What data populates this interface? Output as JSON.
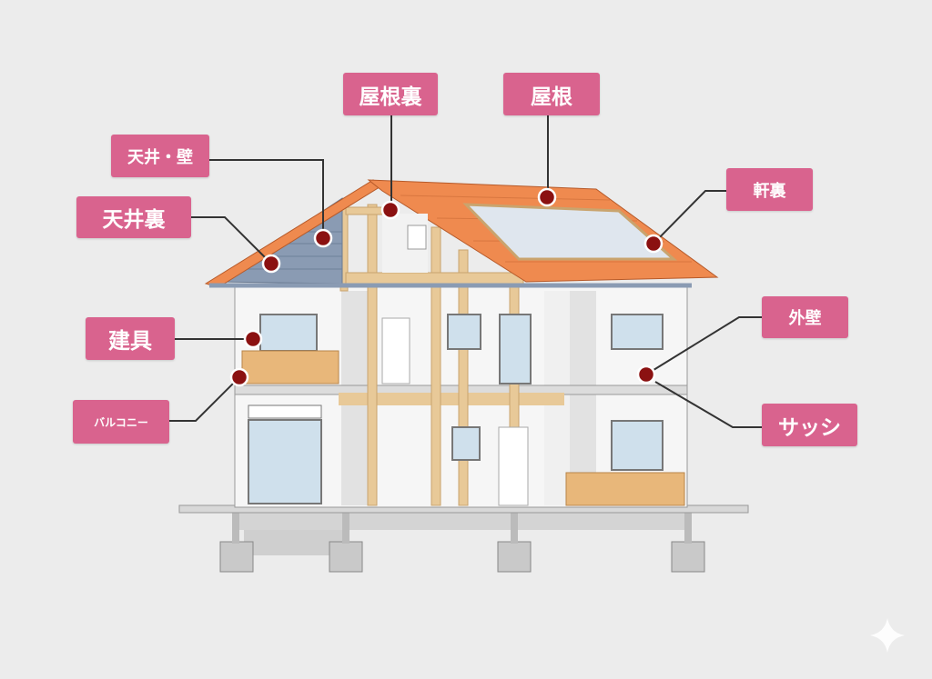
{
  "colors": {
    "label_bg": "#d9638e",
    "marker": "#8b1111",
    "roof": "#ef8a4f",
    "gable": "#8a9bb3",
    "timber": "#e8c998",
    "wall": "#f6f6f6"
  },
  "labels": {
    "attic": "屋根裏",
    "roof": "屋根",
    "ceiling_wall": "天井・壁",
    "ceiling_space": "天井裏",
    "eaves_soffit": "軒裏",
    "fittings": "建具",
    "exterior_wall": "外壁",
    "balcony": "バルコニー",
    "sash": "サッシ"
  }
}
